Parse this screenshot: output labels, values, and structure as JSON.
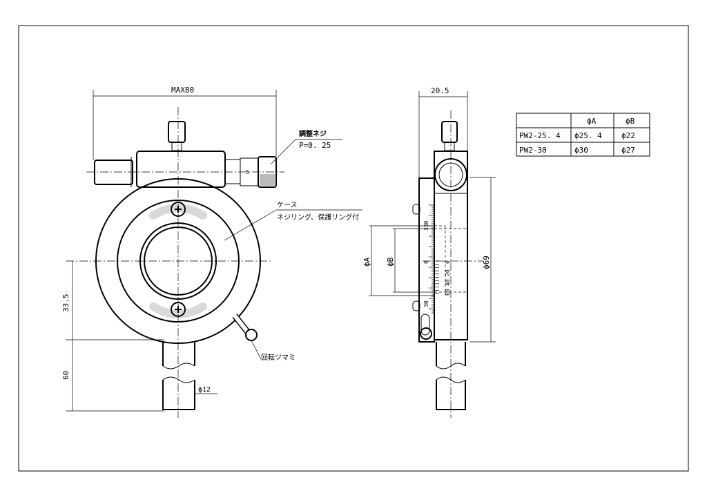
{
  "dimensions": {
    "max_width": "MAX80",
    "side_width": "20.5",
    "center_height": "33.5",
    "post_length": "60",
    "post_diameter": "ϕ12",
    "outer_diameter": "ϕ69",
    "dia_a": "ϕA",
    "dia_b": "ϕB"
  },
  "callouts": {
    "adjust_screw": "調整ネジ",
    "pitch": "P=0. 25",
    "case": "ケース",
    "case_note": "ネジリング、保護リング付",
    "rotation_knob": "回転ツマミ"
  },
  "scale_labels": {
    "micrometer": "5",
    "s330": "330",
    "s30": "30",
    "s0a": "0",
    "s0b": "0",
    "s20": "20",
    "s40": "40",
    "s60": "60"
  },
  "table": {
    "headers": [
      "",
      "ϕA",
      "ϕB"
    ],
    "rows": [
      [
        "PW2-25. 4",
        "ϕ25. 4",
        "ϕ22"
      ],
      [
        "PW2-30",
        "ϕ30",
        "ϕ27"
      ]
    ]
  }
}
